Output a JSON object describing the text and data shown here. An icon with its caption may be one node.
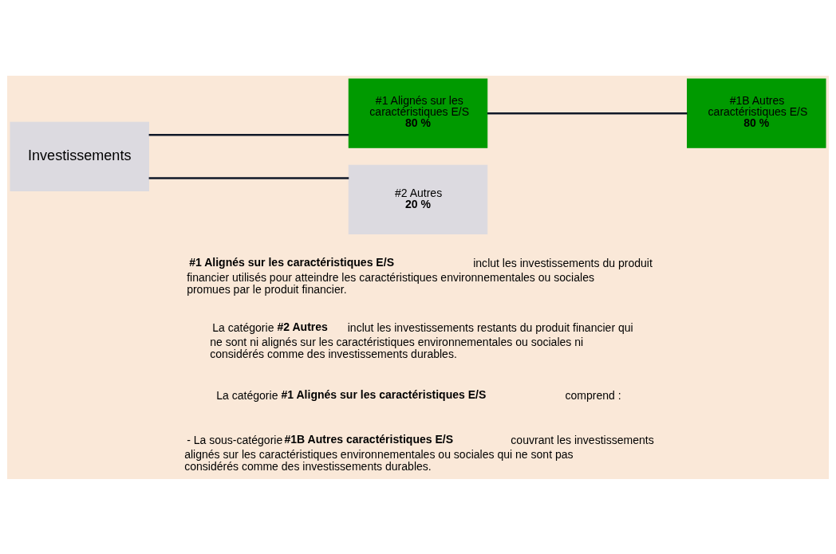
{
  "diagram": {
    "nodes": [
      {
        "text": [
          "Investissements"
        ]
      },
      {
        "text": [
          "#1 Alignés sur les caractéristiques E/S",
          "80 %"
        ]
      },
      {
        "text": [
          "#1B Autres caractéristiques E/S",
          "80 %"
        ]
      },
      {
        "text": [
          "#2 Autres",
          "20 %"
        ]
      }
    ],
    "edges": [
      {
        "from": 0,
        "to": 1,
        "arrow": "none"
      },
      {
        "from": 1,
        "to": 2,
        "arrow": "none"
      },
      {
        "from": 0,
        "to": 3,
        "arrow": "none"
      }
    ],
    "labels": [
      "**#1 Alignés sur les caractéristiques E/S** inclut les investissements du produit financier utilisés pour atteindre les caractéristiques environnementales ou sociales promues par le produit financier.",
      "La catégorie **#2 Autres** inclut les investissements restants du produit financier qui ne sont ni alignés sur les caractéristiques environnementales ou sociales ni considérés comme des investissements durables.",
      "La catégorie **#1 Alignés sur les caractéristiques E/S** comprend :",
      "- La sous-catégorie **#1B Autres caractéristiques E/S** couvrant les investissements alignés sur les caractéristiques environnementales ou sociales qui ne sont pas considérés comme des investissements durables."
    ]
  }
}
